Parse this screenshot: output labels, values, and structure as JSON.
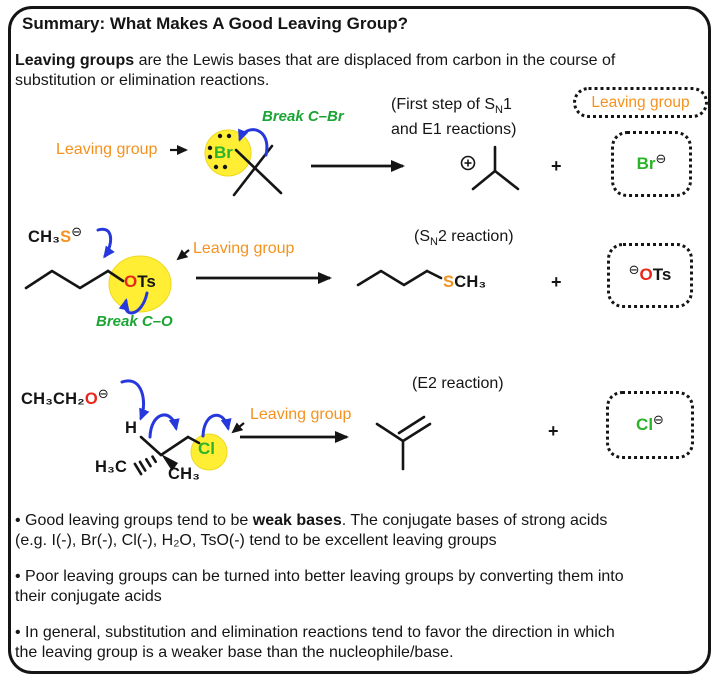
{
  "colors": {
    "orange": "#F5921E",
    "green": "#2BB32B",
    "green_dark": "#1CA535",
    "red": "#E8271B",
    "blue": "#2638DC",
    "yellow": "#FFEE33"
  },
  "title": "Summary: What Makes A Good Leaving Group?",
  "intro": {
    "bold": "Leaving groups",
    "rest1": " are the Lewis bases that are displaced from carbon in the course of",
    "line2": "substitution or elimination reactions."
  },
  "r1": {
    "lg_label": "Leaving group",
    "break_label": "Break C–Br",
    "cond_a": "(First step of S",
    "cond_sub": "N",
    "cond_b": "1",
    "cond_line2": "and E1 reactions)",
    "atom": "Br",
    "plus": "+",
    "legend": "Leaving group",
    "box_atom": "Br",
    "box_charge": "⊖"
  },
  "r2": {
    "nuc_c": "CH₃",
    "nuc_s": "S",
    "nuc_charge": "⊖",
    "lg_label": "Leaving group",
    "o": "O",
    "ts": "Ts",
    "break_label": "Break C–O",
    "cond_a": "(S",
    "cond_sub": "N",
    "cond_b": "2 reaction)",
    "prod_s": "S",
    "prod_c": "CH₃",
    "plus": "+",
    "box_charge": "⊖",
    "box_o": "O",
    "box_ts": "Ts"
  },
  "r3": {
    "base_c": "CH₃CH₂",
    "base_o": "O",
    "base_charge": "⊖",
    "h": "H",
    "methyl_left": "H₃C",
    "methyl_right": "CH₃",
    "atom": "Cl",
    "lg_label": "Leaving group",
    "cond": "(E2 reaction)",
    "plus": "+",
    "box_atom": "Cl",
    "box_charge": "⊖"
  },
  "bullets": {
    "b1_pre": "• Good leaving groups tend to be ",
    "b1_bold": "weak bases",
    "b1_post": ". The conjugate bases of strong acids",
    "b1_line2": "(e.g. I(-), Br(-), Cl(-), H₂O, TsO(-) tend to be excellent leaving groups",
    "b2_line1": "• Poor leaving groups can be turned into better leaving groups by converting them into",
    "b2_line2": "their conjugate acids",
    "b3_line1": "• In general, substitution and elimination reactions tend to favor the direction in which",
    "b3_line2": "the leaving group is a weaker base than the nucleophile/base."
  }
}
